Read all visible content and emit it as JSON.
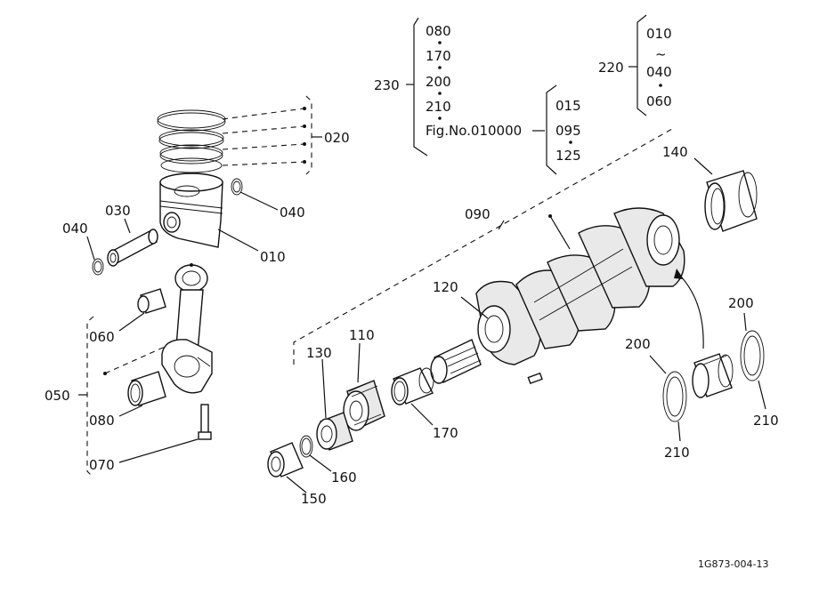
{
  "parts": {
    "p010": "010",
    "p020": "020",
    "p030": "030",
    "p040a": "040",
    "p040b": "040",
    "p050": "050",
    "p060": "060",
    "p070": "070",
    "p080": "080",
    "p090": "090",
    "p110": "110",
    "p120": "120",
    "p130": "130",
    "p140": "140",
    "p150": "150",
    "p160": "160",
    "p170": "170",
    "p200a": "200",
    "p200b": "200",
    "p210a": "210",
    "p210b": "210"
  },
  "group230": {
    "label": "230",
    "items": [
      "080",
      "170",
      "200",
      "210"
    ],
    "figref": "Fig.No.010000"
  },
  "group_fig": {
    "items": [
      "015",
      "095",
      "125"
    ]
  },
  "group220": {
    "label": "220",
    "items": [
      "010",
      "~",
      "040",
      "060"
    ]
  },
  "drawing_code": "1G873-004-13"
}
